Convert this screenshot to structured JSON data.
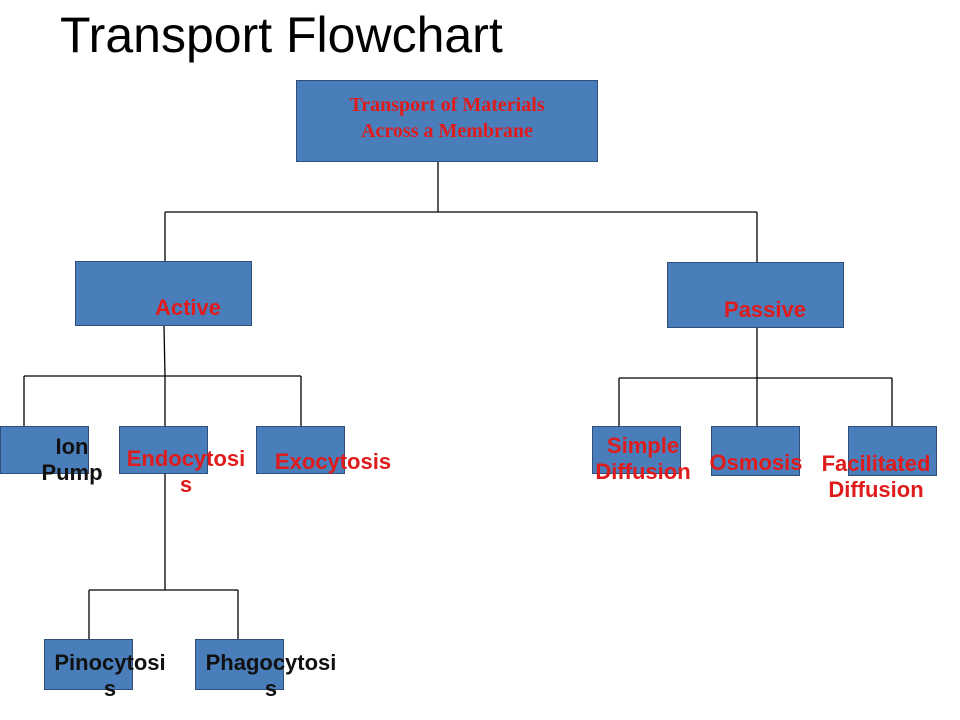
{
  "title": "Transport Flowchart",
  "colors": {
    "box": "#4a7ebb",
    "label": "#e01b1b",
    "dark_label": "#111111",
    "line": "#000000"
  },
  "nodes": {
    "root": {
      "label": "Transport of Materials\nAcross a Membrane"
    },
    "active": {
      "label": "Active"
    },
    "passive": {
      "label": "Passive"
    },
    "ion_pump": {
      "label": "Ion\nPump"
    },
    "endocytosis": {
      "label": "Endocytosi\ns"
    },
    "exocytosis": {
      "label": "Exocytosis"
    },
    "simple_diffusion": {
      "label": "Simple\nDiffusion"
    },
    "osmosis": {
      "label": "Osmosis"
    },
    "facilitated_diffusion": {
      "label": "Facilitated\nDiffusion"
    },
    "pinocytosis": {
      "label": "Pinocytosi\ns"
    },
    "phagocytosis": {
      "label": "Phagocytosi\ns"
    }
  }
}
